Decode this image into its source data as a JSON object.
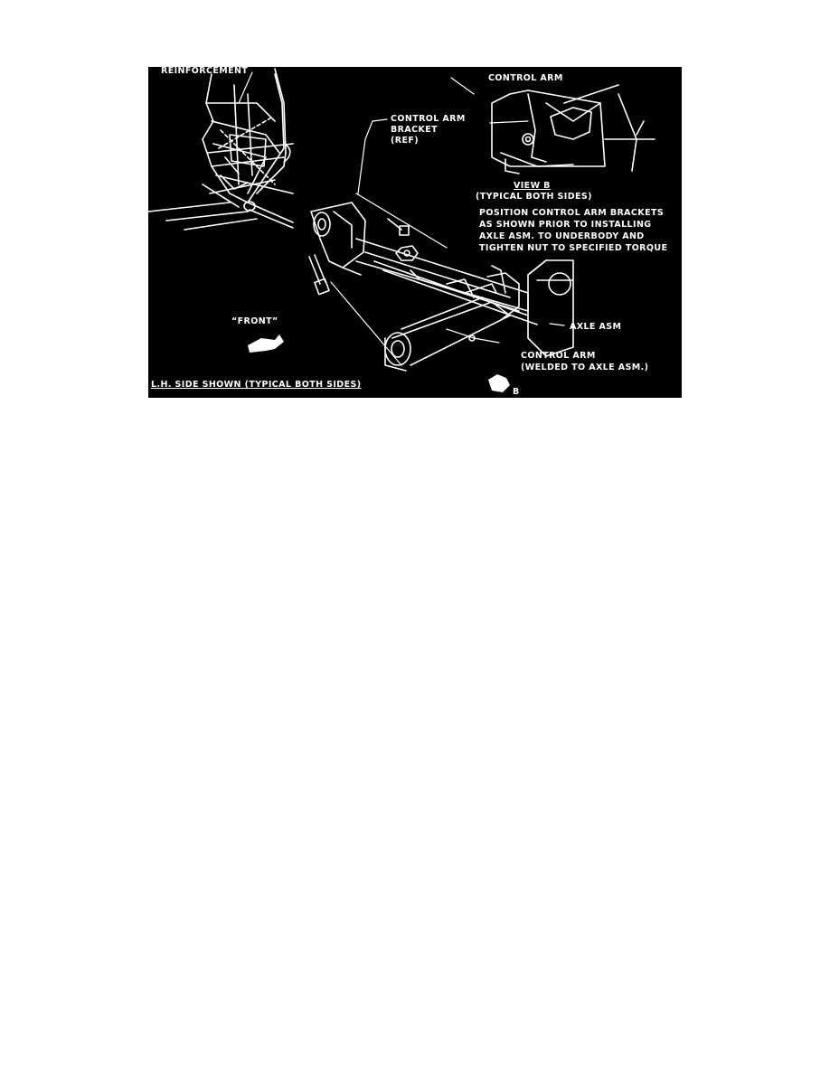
{
  "diagram": {
    "labels": {
      "reinforcement": "REINFORCEMENT",
      "control_arm_top": "CONTROL ARM",
      "control_arm_bracket_line1": "CONTROL ARM",
      "control_arm_bracket_line2": "BRACKET",
      "control_arm_bracket_line3": "(REF)",
      "view_b": "VIEW B",
      "typical_both_sides": "(TYPICAL BOTH SIDES)",
      "position_line1": "POSITION CONTROL ARM BRACKETS",
      "position_line2": "AS SHOWN PRIOR TO INSTALLING",
      "position_line3": "AXLE ASM. TO UNDERBODY AND",
      "position_line4": "TIGHTEN NUT TO SPECIFIED TORQUE",
      "axle_asm": "AXLE ASM",
      "front": "“FRONT”",
      "control_arm_welded_line1": "CONTROL ARM",
      "control_arm_welded_line2": "(WELDED TO AXLE ASM.)",
      "side_shown": "L.H. SIDE SHOWN (TYPICAL BOTH SIDES)",
      "view_b_arrow_letter": "B"
    },
    "colors": {
      "background": "#000000",
      "ink": "#ffffff"
    }
  }
}
